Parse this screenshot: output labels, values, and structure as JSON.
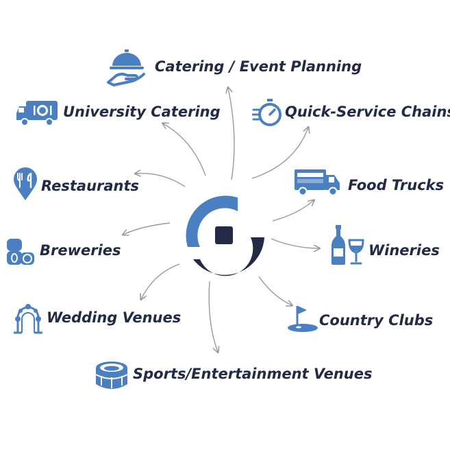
{
  "colors": {
    "accent_blue": "#4a7fc1",
    "navy": "#222a46",
    "arrow": "#9a9a9a"
  },
  "segments": [
    {
      "label": "Catering / Event Planning",
      "icon": "serving-cloche-icon"
    },
    {
      "label": "University Catering",
      "icon": "catering-van-icon"
    },
    {
      "label": "Quick-Service Chains",
      "icon": "stopwatch-icon"
    },
    {
      "label": "Restaurants",
      "icon": "restaurant-pin-icon"
    },
    {
      "label": "Food Trucks",
      "icon": "food-truck-icon"
    },
    {
      "label": "Breweries",
      "icon": "barrels-icon"
    },
    {
      "label": "Wineries",
      "icon": "wine-bottle-icon"
    },
    {
      "label": "Wedding Venues",
      "icon": "wedding-arch-icon"
    },
    {
      "label": "Country Clubs",
      "icon": "golf-flag-icon"
    },
    {
      "label": "Sports/Entertainment Venues",
      "icon": "stadium-icon"
    }
  ]
}
